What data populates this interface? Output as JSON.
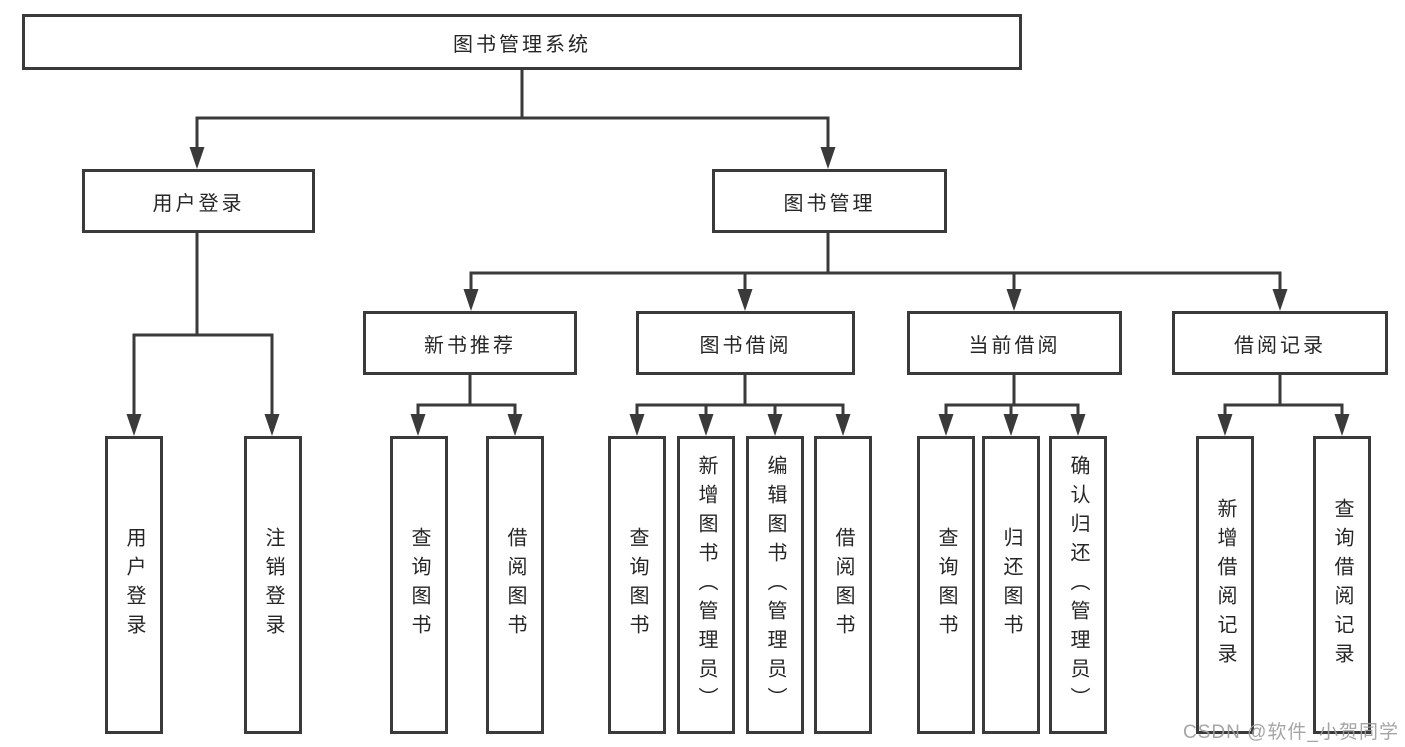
{
  "diagram": {
    "nodes": {
      "root": "图书管理系统",
      "user_login": "用户登录",
      "book_mgmt": "图书管理",
      "new_book_rec": "新书推荐",
      "book_borrow": "图书借阅",
      "current_borrow": "当前借阅",
      "borrow_record": "借阅记录",
      "leaf_user_login": "用户登录",
      "leaf_logout": "注销登录",
      "leaf_rec_query_book": "查询图书",
      "leaf_rec_borrow_book": "借阅图书",
      "leaf_bb_query_book": "查询图书",
      "leaf_bb_add_book": "新增图书（管理员）",
      "leaf_bb_edit_book": "编辑图书（管理员）",
      "leaf_bb_borrow_book": "借阅图书",
      "leaf_cb_query_book": "查询图书",
      "leaf_cb_return_book": "归还图书",
      "leaf_cb_confirm_return": "确认归还（管理员）",
      "leaf_br_add_record": "新增借阅记录",
      "leaf_br_query_record": "查询借阅记录"
    },
    "colors": {
      "line": "#3a3a3a",
      "text": "#262626",
      "background": "#ffffff",
      "watermark_color": "#9e9e9e"
    },
    "watermark": "CSDN @软件_小贺同学"
  }
}
